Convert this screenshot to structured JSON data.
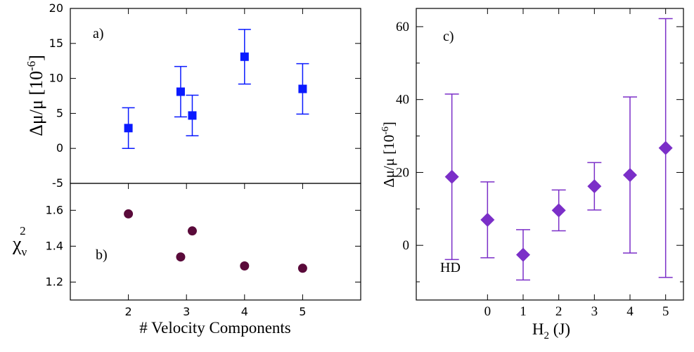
{
  "chart_data": [
    {
      "panel": "a)",
      "type": "scatter",
      "ylabel": "Δμ/μ [10⁻⁶]",
      "ylabel_main": "Δμ/μ [10",
      "ylabel_exp": "-6",
      "ylabel_close": "]",
      "xlim": [
        1.0,
        6.0
      ],
      "ylim": [
        -5,
        20
      ],
      "yticks": [
        -5,
        0,
        5,
        10,
        15,
        20
      ],
      "color": "#0a1aff",
      "marker": "square",
      "points": [
        {
          "x": 2.0,
          "y": 2.9,
          "err": 2.9
        },
        {
          "x": 2.9,
          "y": 8.1,
          "err": 3.6
        },
        {
          "x": 3.1,
          "y": 4.7,
          "err": 2.9
        },
        {
          "x": 4.0,
          "y": 13.1,
          "err": 3.9
        },
        {
          "x": 5.0,
          "y": 8.5,
          "err": 3.6
        }
      ]
    },
    {
      "panel": "b)",
      "type": "scatter",
      "ylabel": "χν²",
      "xlabel": "# Velocity Components",
      "xlim": [
        1.0,
        6.0
      ],
      "xticks": [
        2,
        3,
        4,
        5
      ],
      "ylim": [
        1.1,
        1.75
      ],
      "yticks": [
        1.2,
        1.4,
        1.6
      ],
      "color": "#5a0a3a",
      "marker": "circle",
      "points": [
        {
          "x": 2.0,
          "y": 1.58
        },
        {
          "x": 2.9,
          "y": 1.34
        },
        {
          "x": 3.1,
          "y": 1.485
        },
        {
          "x": 4.0,
          "y": 1.29
        },
        {
          "x": 5.0,
          "y": 1.277
        }
      ]
    },
    {
      "panel": "c)",
      "type": "scatter",
      "ylabel_main": "Δμ/μ [10",
      "ylabel_exp": "-6",
      "ylabel_close": "]",
      "xlabel": "H₂ (J)",
      "xlabel_main": "H",
      "xlabel_sub": "2",
      "xlabel_tail": " (J)",
      "xlim": [
        -2.0,
        5.5
      ],
      "xticks": [
        0,
        1,
        2,
        3,
        4,
        5
      ],
      "ylim": [
        -15,
        65
      ],
      "yticks": [
        0,
        20,
        40,
        60
      ],
      "color": "#7b2fc8",
      "marker": "diamond",
      "annotation": "HD",
      "points": [
        {
          "x": -1.0,
          "y": 18.8,
          "err": 22.7
        },
        {
          "x": 0.0,
          "y": 7.0,
          "err": 10.4
        },
        {
          "x": 1.0,
          "y": -2.6,
          "err": 6.9
        },
        {
          "x": 2.0,
          "y": 9.6,
          "err": 5.6
        },
        {
          "x": 3.0,
          "y": 16.2,
          "err": 6.5
        },
        {
          "x": 4.0,
          "y": 19.3,
          "err": 21.4
        },
        {
          "x": 5.0,
          "y": 26.7,
          "err": 35.5
        }
      ]
    }
  ]
}
